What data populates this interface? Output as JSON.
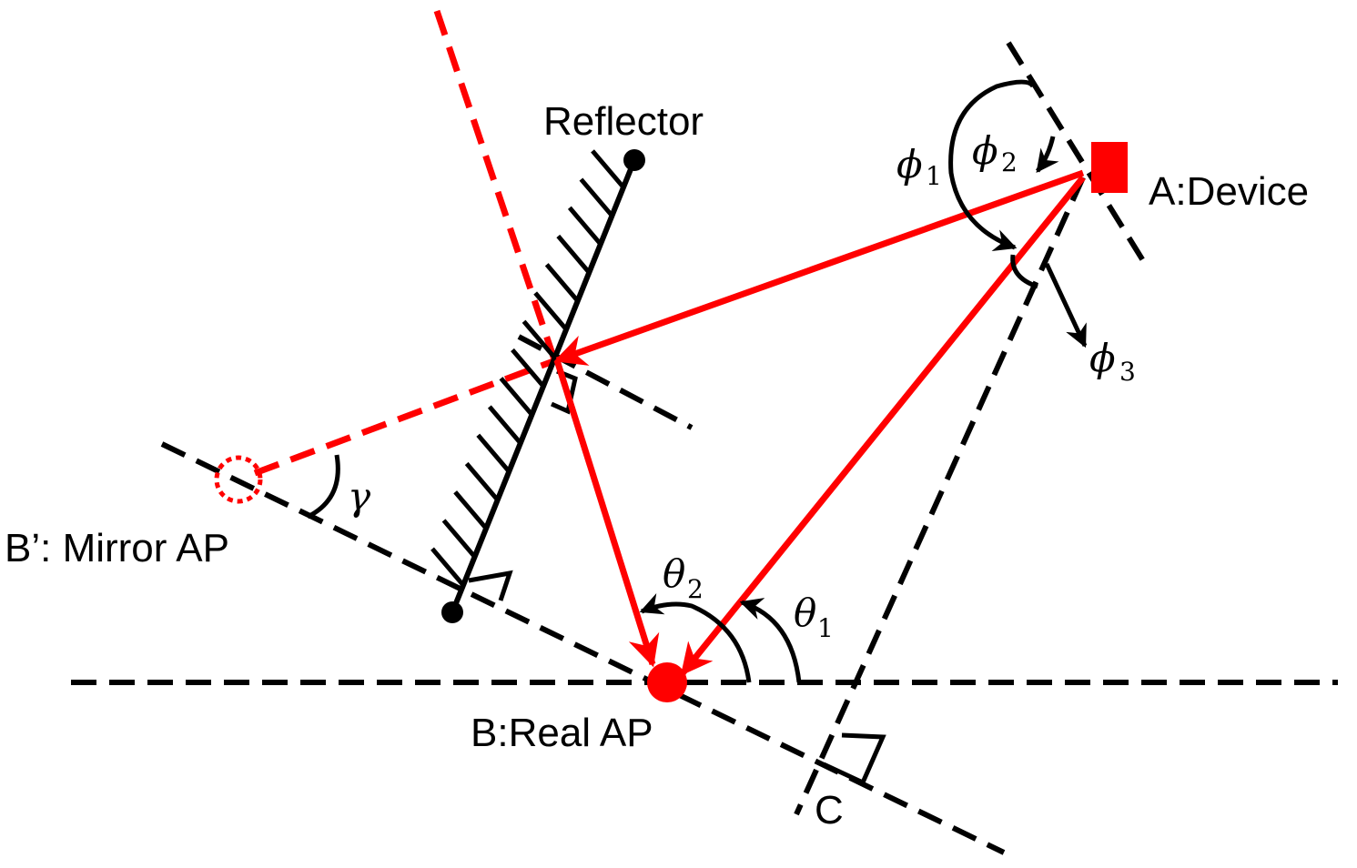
{
  "labels": {
    "reflector": "Reflector",
    "device": "A:Device",
    "real_ap": "B:Real AP",
    "mirror_ap": "B’: Mirror AP",
    "point_c": "C"
  },
  "angles": {
    "phi1": {
      "symbol": "ϕ",
      "sub": "1"
    },
    "phi2": {
      "symbol": "ϕ",
      "sub": "2"
    },
    "phi3": {
      "symbol": "ϕ",
      "sub": "3"
    },
    "theta1": {
      "symbol": "θ",
      "sub": "1"
    },
    "theta2": {
      "symbol": "θ",
      "sub": "2"
    },
    "gamma": {
      "symbol": "γ"
    }
  },
  "colors": {
    "ray": "#ff0000",
    "structure": "#000000"
  }
}
